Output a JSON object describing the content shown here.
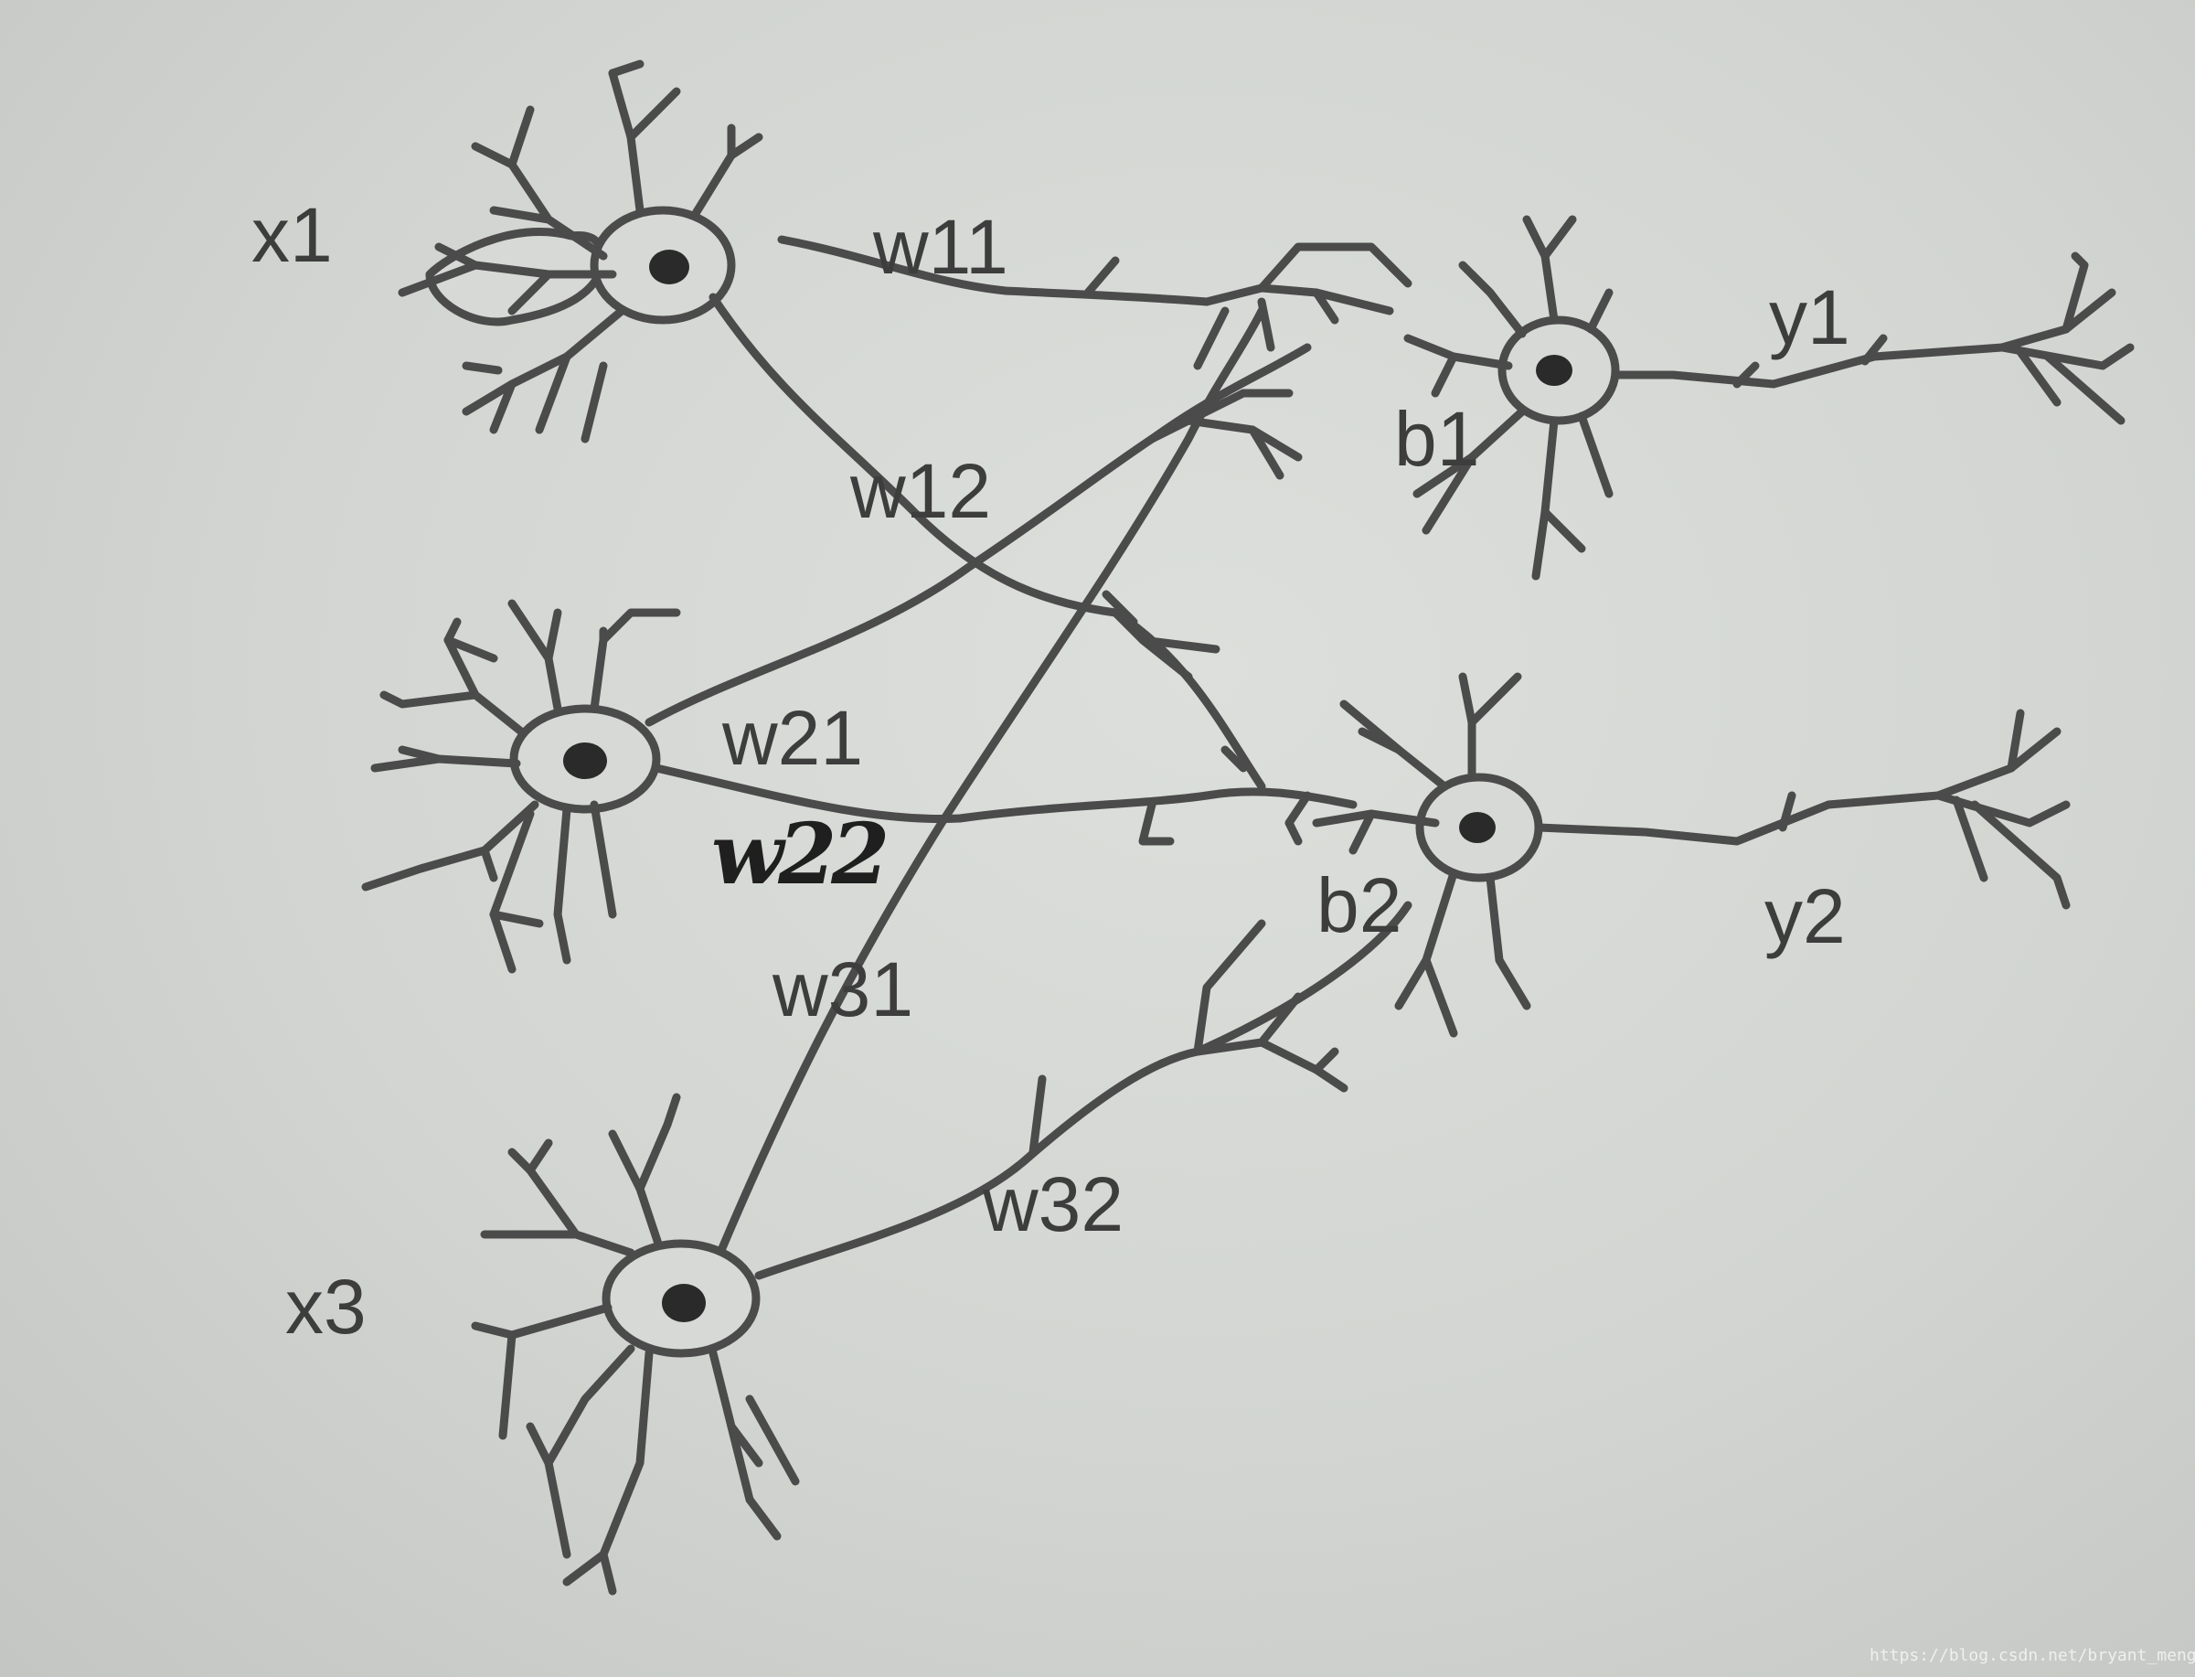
{
  "diagram": {
    "labels": {
      "x1": "x1",
      "x3": "x3",
      "w11": "w11",
      "w12": "w12",
      "w21": "w21",
      "w22": "w22",
      "w31": "w31",
      "w32": "w32",
      "b1": "b1",
      "b2": "b2",
      "y1": "y1",
      "y2": "y2"
    },
    "colors": {
      "ink": "#4a4b4a",
      "paper": "#d6d9d5",
      "handwriting": "#1e1f1e"
    }
  },
  "watermark": "https://blog.csdn.net/bryant_meng"
}
